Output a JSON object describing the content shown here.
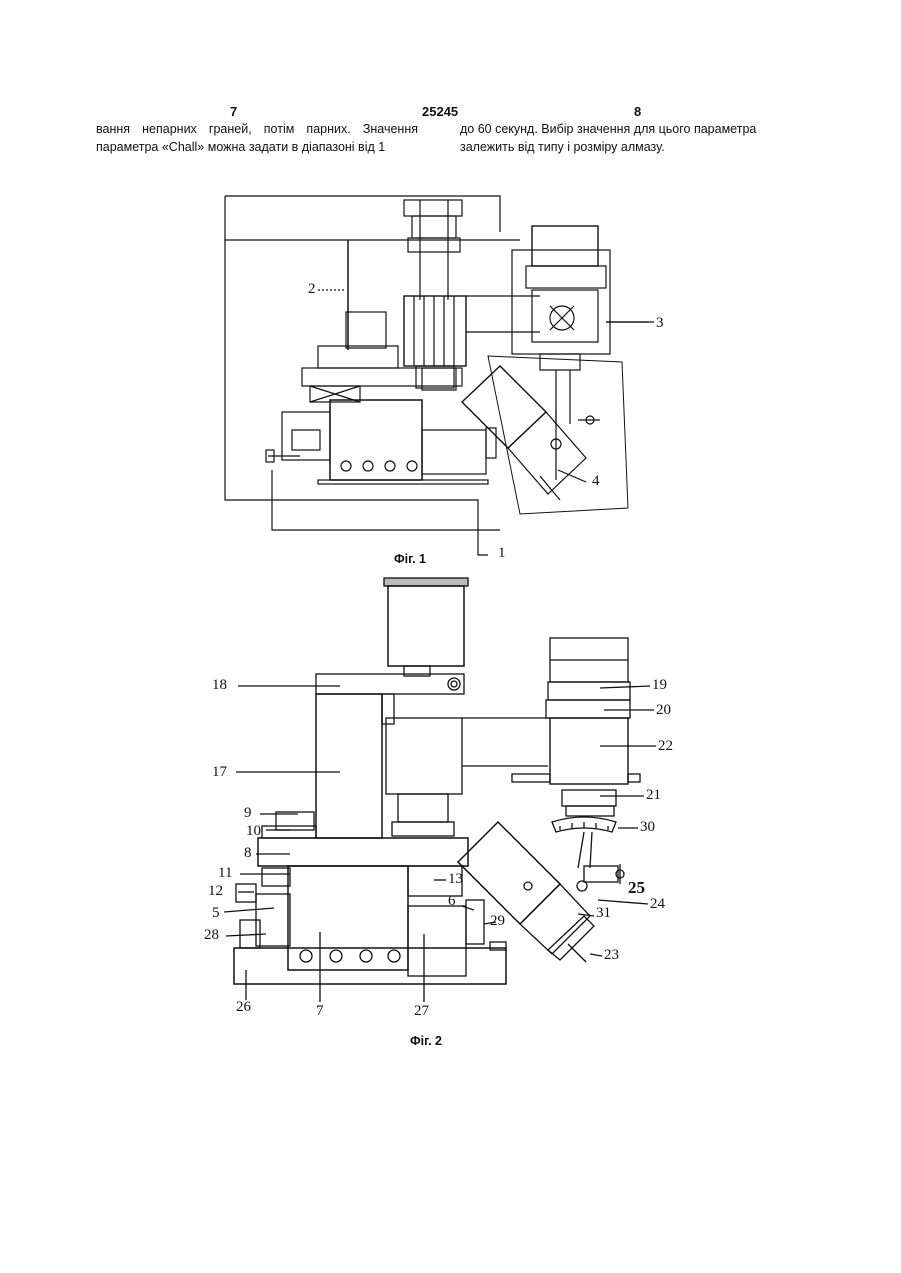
{
  "header": {
    "left_page": "7",
    "patent_number": "25245",
    "right_page": "8"
  },
  "text": {
    "left_lines": [
      "вання непарних граней, потім парних. Значення",
      "параметра «Chall» можна задати в діапазоні від 1"
    ],
    "right_lines": [
      "до 60 секунд. Вибір значення для цього параметра",
      "залежить від типу і розміру алмазу."
    ]
  },
  "figure1": {
    "caption": "Фіг. 1",
    "callouts": {
      "c1": "1",
      "c2": "2",
      "c3": "3",
      "c4": "4"
    }
  },
  "figure2": {
    "caption": "Фіг. 2",
    "callouts": {
      "c5": "5",
      "c6": "6",
      "c7": "7",
      "c8": "8",
      "c9": "9",
      "c10": "10",
      "c11": "11",
      "c12": "12",
      "c13": "13",
      "c17": "17",
      "c18": "18",
      "c19": "19",
      "c20": "20",
      "c21": "21",
      "c22": "22",
      "c23": "23",
      "c24": "24",
      "c25": "25",
      "c26": "26",
      "c27": "27",
      "c28": "28",
      "c29": "29",
      "c30": "30",
      "c31": "31"
    }
  }
}
